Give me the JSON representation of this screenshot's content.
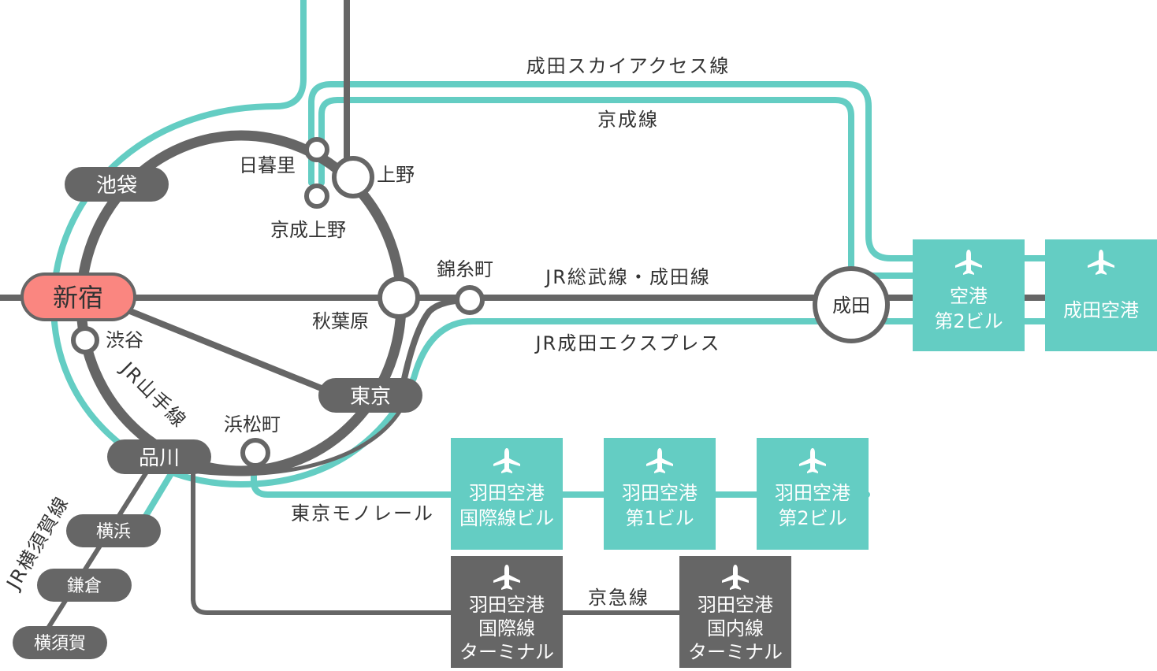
{
  "colors": {
    "teal": "#64cdc3",
    "gray": "#666666",
    "highlight": "#fa8680",
    "text": "#333333"
  },
  "lines": {
    "narita_sky_access": "成田スカイアクセス線",
    "keisei": "京成線",
    "sobu_narita": "JR総武線・成田線",
    "narita_express": "JR成田エクスプレス",
    "yamanote": "JR山手線",
    "monorail": "東京モノレール",
    "keikyu": "京急線",
    "yokosuka": "JR横須賀線"
  },
  "stations": {
    "shinjuku": "新宿",
    "ikebukuro": "池袋",
    "nippori": "日暮里",
    "ueno": "上野",
    "keisei_ueno": "京成上野",
    "akihabara": "秋葉原",
    "kinshicho": "錦糸町",
    "shibuya": "渋谷",
    "tokyo": "東京",
    "hamamatsucho": "浜松町",
    "shinagawa": "品川",
    "yokohama": "横浜",
    "kamakura": "鎌倉",
    "yokosuka": "横須賀",
    "narita": "成田"
  },
  "airports": {
    "narita_t2": [
      "空港",
      "第2ビル"
    ],
    "narita": [
      "成田空港"
    ],
    "haneda_intl_bldg": [
      "羽田空港",
      "国際線ビル"
    ],
    "haneda_t1": [
      "羽田空港",
      "第1ビル"
    ],
    "haneda_t2": [
      "羽田空港",
      "第2ビル"
    ],
    "haneda_intl_terminal": [
      "羽田空港",
      "国際線",
      "ターミナル"
    ],
    "haneda_dom_terminal": [
      "羽田空港",
      "国内線",
      "ターミナル"
    ]
  }
}
